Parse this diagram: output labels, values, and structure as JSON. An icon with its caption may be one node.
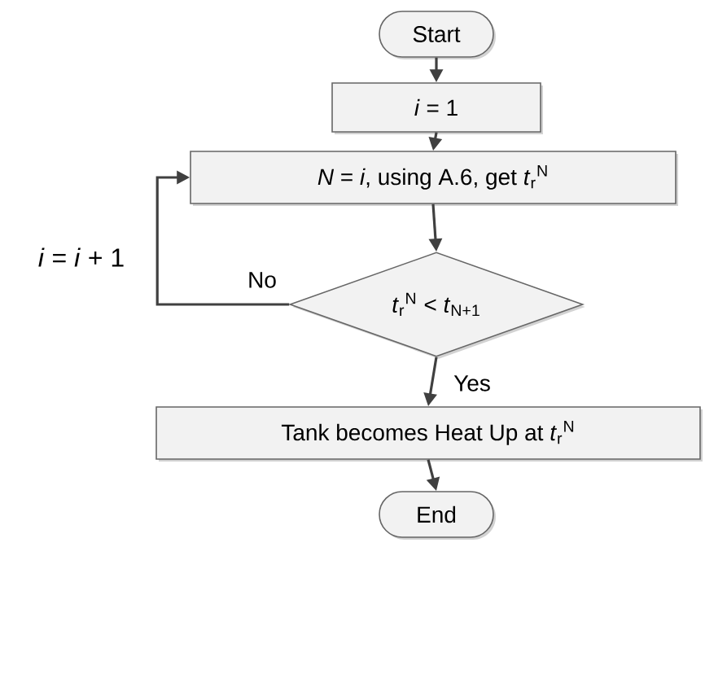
{
  "diagram": {
    "nodes": [
      {
        "text": [
          "Start"
        ]
      },
      {
        "text": [
          "*i* = 1"
        ]
      },
      {
        "text": [
          "*N* = *i*, using A.6, get *t*$_{r}$$^{N}$"
        ]
      },
      {
        "text": [
          "*t*$_{r}$$^{N}$ < *t*$_{N+1}$"
        ]
      },
      {
        "text": [
          "Tank becomes Heat Up at *t*$_{r}$$^{N}$"
        ]
      },
      {
        "text": [
          "End"
        ]
      }
    ],
    "edges": [
      {
        "from": 0,
        "to": 1,
        "arrow": "to"
      },
      {
        "from": 1,
        "to": 2,
        "arrow": "to"
      },
      {
        "from": 2,
        "to": 3,
        "arrow": "to"
      },
      {
        "from": 3,
        "to": 2,
        "arrow": "to",
        "label": "No"
      },
      {
        "from": 3,
        "to": 4,
        "arrow": "to",
        "label": "Yes"
      },
      {
        "from": 4,
        "to": 5,
        "arrow": "to"
      }
    ],
    "labels": [
      "*i* = *i* + 1"
    ]
  }
}
